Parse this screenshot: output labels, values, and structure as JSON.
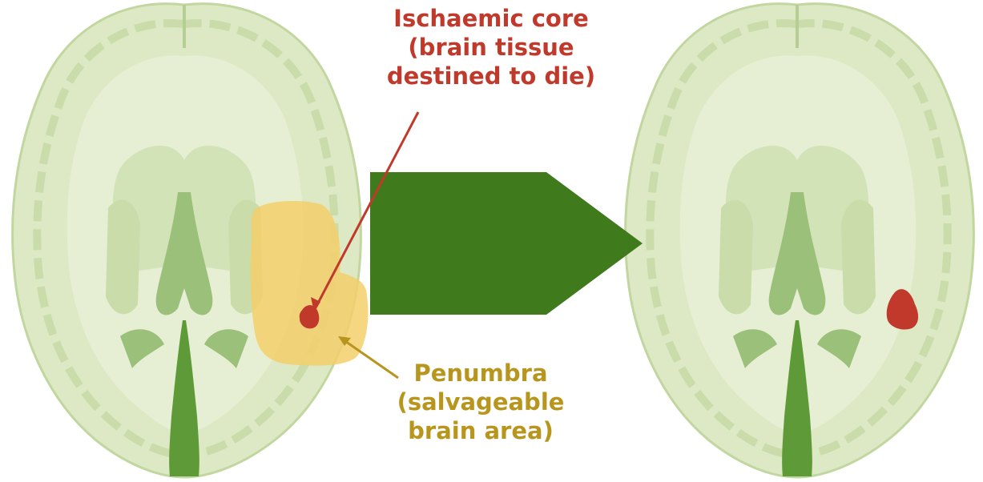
{
  "labels": {
    "core": [
      "Ischaemic core",
      "(brain tissue",
      "destined to die)"
    ],
    "penumbra": [
      "Penumbra",
      "(salvageable",
      "brain area)"
    ]
  },
  "colors": {
    "core": "#c0392b",
    "penumbra_text": "#b8961e",
    "penumbra_fill": "#f3cf6b",
    "arrow": "#3f7a1c",
    "brain_outer": "#dde9c4",
    "brain_inner": "#c9dcaa",
    "brain_deep": "#9bc07a",
    "brain_ventricle": "#5f9a38"
  },
  "diagram": {
    "left_brain": "brain-before",
    "right_brain": "brain-after",
    "transition": "green-arrow"
  }
}
